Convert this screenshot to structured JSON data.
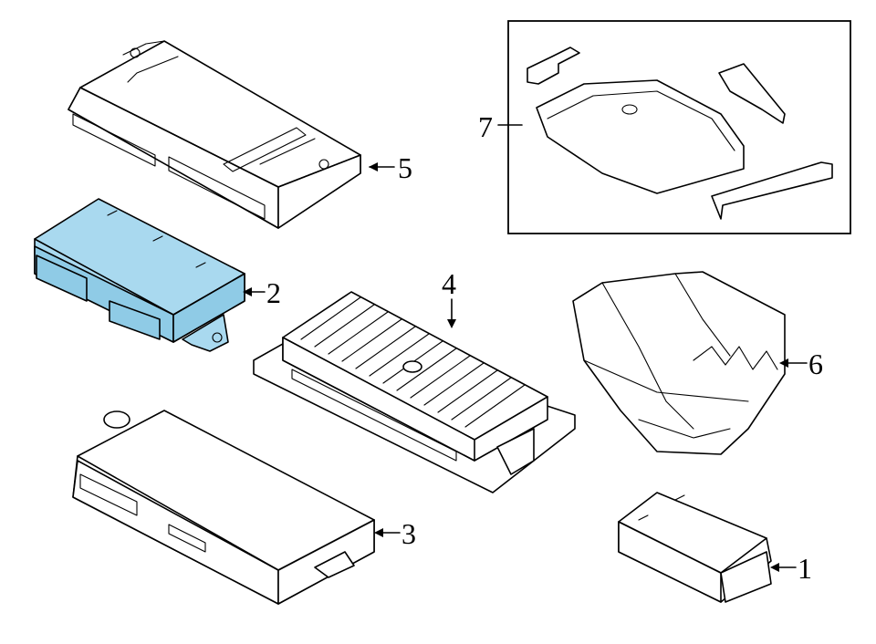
{
  "callouts": {
    "c1": "1",
    "c2": "2",
    "c3": "3",
    "c4": "4",
    "c5": "5",
    "c6": "6",
    "c7": "7"
  },
  "colors": {
    "highlight": "#a9d9ef",
    "line": "#000000",
    "background": "#ffffff"
  },
  "highlighted_part": "2"
}
